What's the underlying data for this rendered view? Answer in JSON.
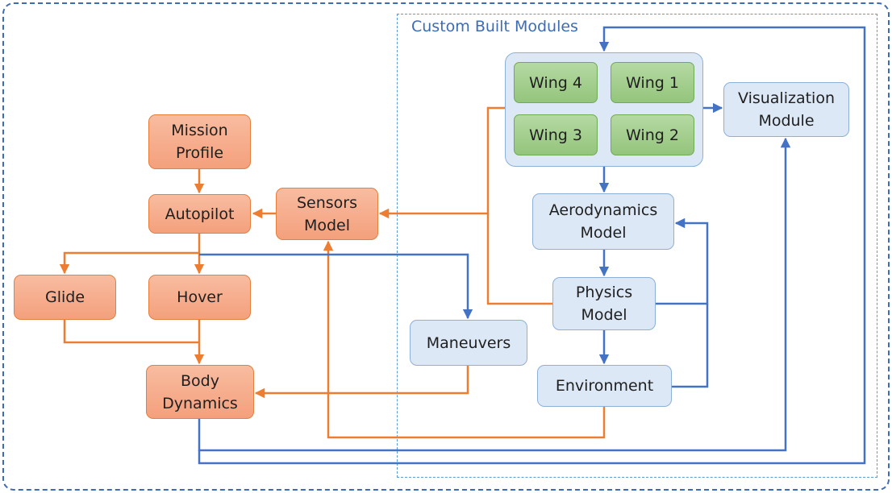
{
  "diagram": {
    "container_title": "Custom Built Modules",
    "nodes": {
      "mission_profile": "Mission\nProfile",
      "autopilot": "Autopilot",
      "sensors_model": "Sensors\nModel",
      "glide": "Glide",
      "hover": "Hover",
      "body_dynamics": "Body\nDynamics",
      "maneuvers": "Maneuvers",
      "wing4": "Wing 4",
      "wing1": "Wing 1",
      "wing3": "Wing 3",
      "wing2": "Wing 2",
      "visualization_module": "Visualization\nModule",
      "aerodynamics_model": "Aerodynamics\nModel",
      "physics_model": "Physics\nModel",
      "environment": "Environment"
    },
    "colors": {
      "orange_fill": "#f4a07c",
      "orange_line": "#ed7d31",
      "blue_fill": "#dce8f5",
      "blue_line": "#4472c4",
      "green_fill": "#94c57c",
      "dashed_frame": "#3c6cb6"
    }
  }
}
